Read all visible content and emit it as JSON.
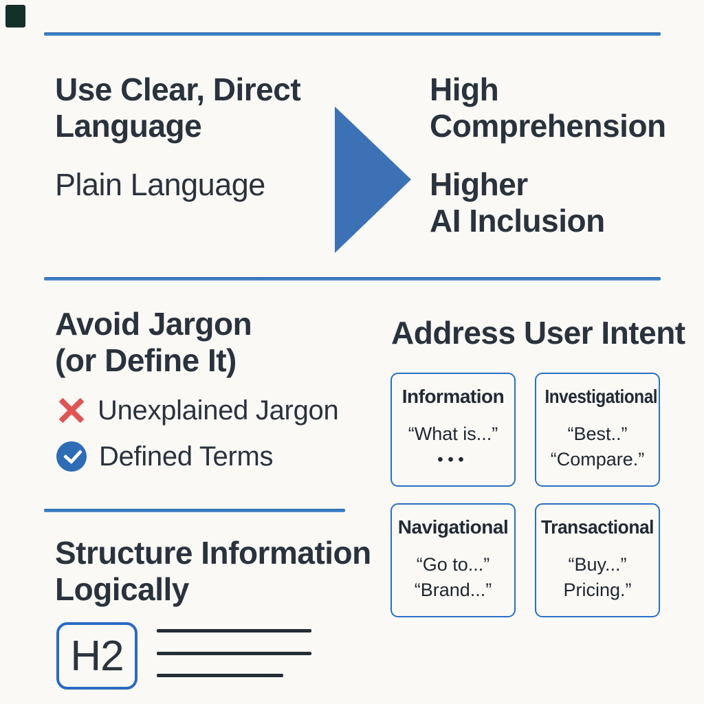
{
  "palette": {
    "background": "#faf9f5",
    "divider_blue": "#3e83c6",
    "arrow_blue": "#3c72b5",
    "card_border_blue": "#2a6fc4",
    "check_blue": "#2e6cb6",
    "cross_red": "#e05454",
    "text_dark": "#2a323d",
    "corner_mark": "#133029"
  },
  "section_clear_language": {
    "heading": "Use Clear, Direct\nLanguage",
    "subheading": "Plain Language",
    "arrow_icon": "triangle-right-arrow",
    "result_top": "High\nComprehension",
    "result_bottom": "Higher\nAI Inclusion"
  },
  "section_jargon": {
    "heading": "Avoid Jargon\n(or Define It)",
    "items": [
      {
        "icon": "x-icon",
        "label": "Unexplained Jargon"
      },
      {
        "icon": "check-icon",
        "label": "Defined Terms"
      }
    ]
  },
  "section_intent": {
    "heading": "Address User Intent",
    "cards": [
      {
        "title": "Information",
        "line1": "“What is...”",
        "line2": "•••"
      },
      {
        "title": "Investigational",
        "line1": "“Best..”",
        "line2": "“Compare.”"
      },
      {
        "title": "Navigational",
        "line1": "“Go to...”",
        "line2": "“Brand...”"
      },
      {
        "title": "Transactional",
        "line1": "“Buy...”",
        "line2": "Pricing.”"
      }
    ]
  },
  "section_structure": {
    "heading": "Structure Information\nLogically",
    "h2_label": "H2"
  }
}
